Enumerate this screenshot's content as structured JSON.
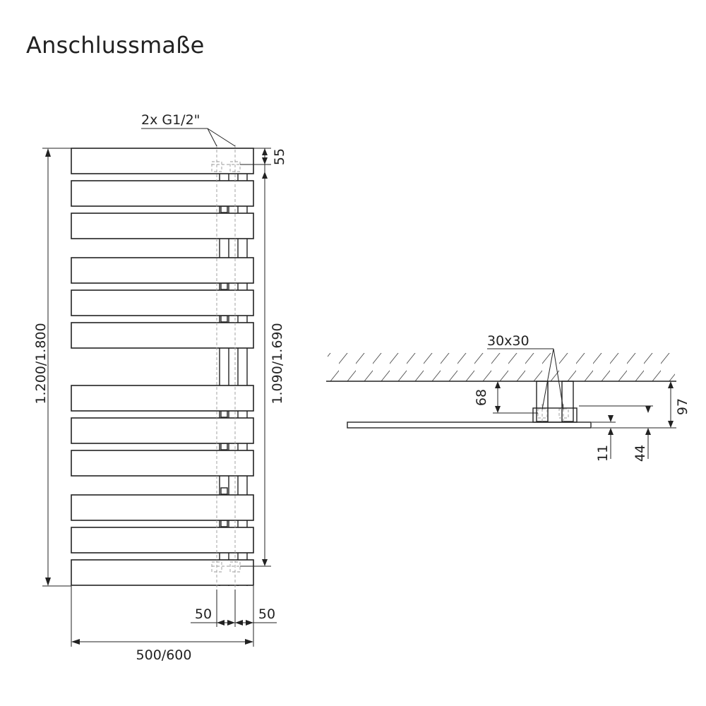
{
  "title": "Anschlussmaße",
  "front_view": {
    "connection_label": "2x G1/2\"",
    "dim_top_offset": "55",
    "dim_height": "1.200/1.800",
    "dim_connection_distance": "1.090/1.690",
    "dim_left_50": "50",
    "dim_right_50": "50",
    "dim_width": "500/600"
  },
  "side_view": {
    "dim_profile": "30x30",
    "dim_68": "68",
    "dim_97": "97",
    "dim_11": "11",
    "dim_44": "44"
  },
  "colors": {
    "line": "#222222",
    "hidden_line": "#999999",
    "background": "#ffffff"
  }
}
